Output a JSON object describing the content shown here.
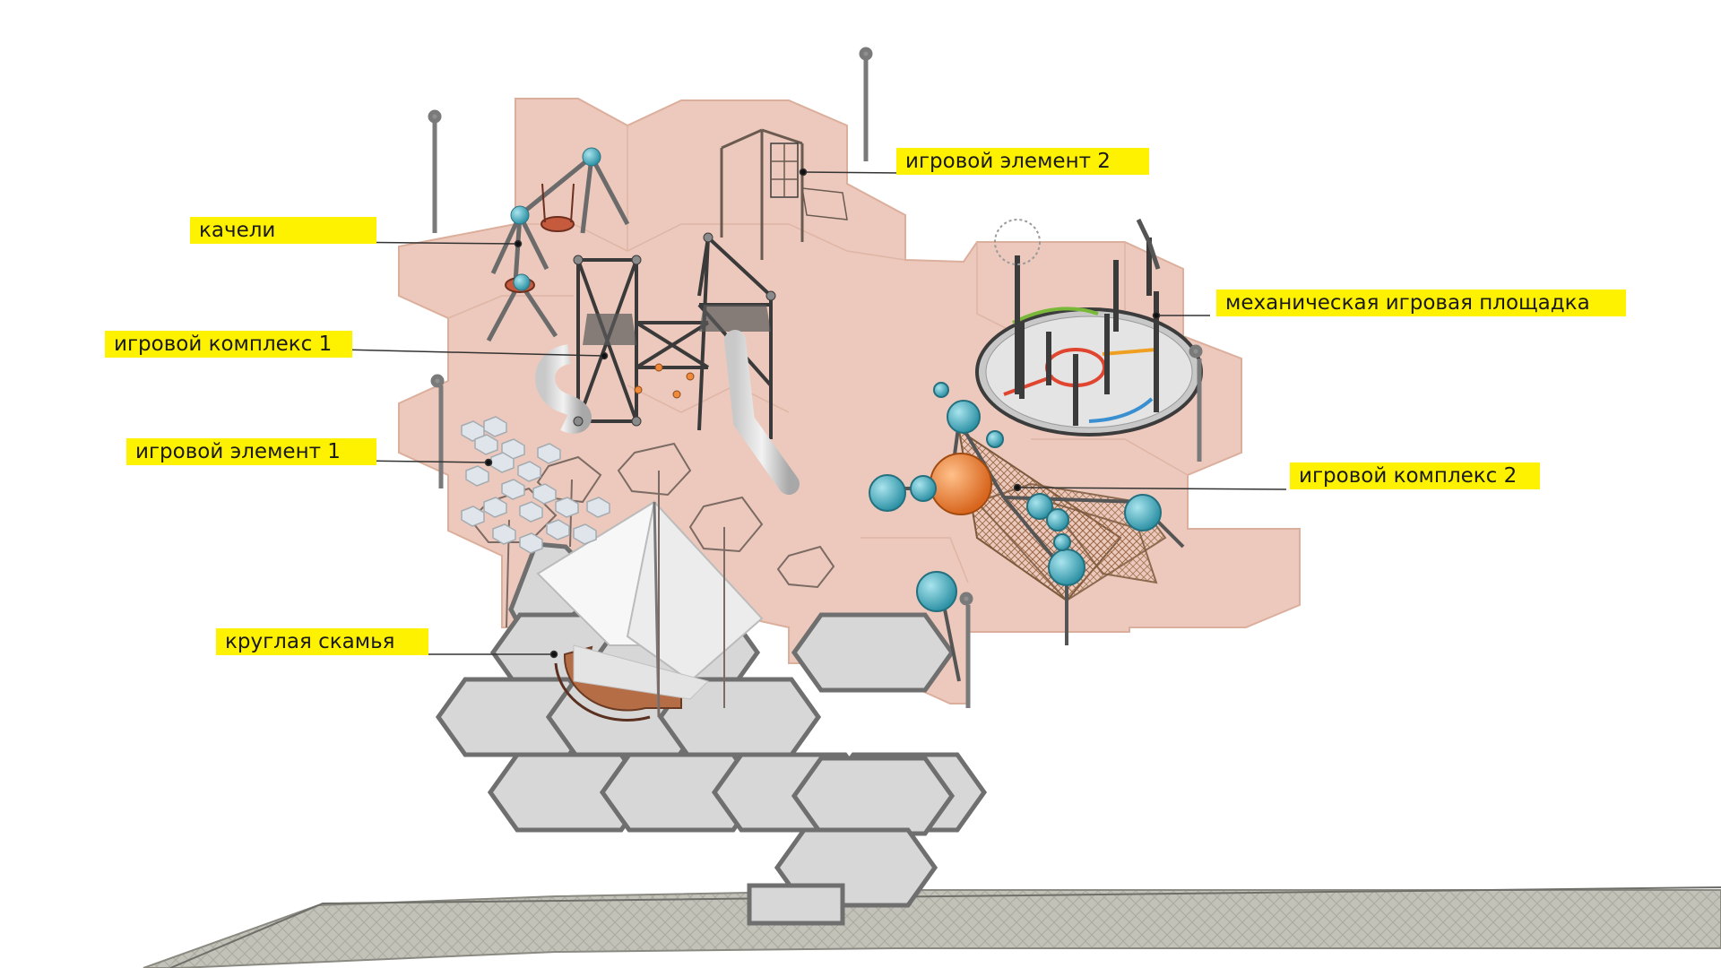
{
  "labels": {
    "swings": "качели",
    "play_complex_1": "игровой комплекс 1",
    "play_element_1": "игровой элемент 1",
    "round_bench": "круглая скамья",
    "play_element_2": "игровой элемент 2",
    "mechanical_playground": "механическая игровая площадка",
    "play_complex_2": "игровой комплекс 2"
  },
  "colors": {
    "ground": "#ecc9bc",
    "ground_edge": "#e0b4a4",
    "paving": "#d9d9d9",
    "paving_border": "#777777",
    "sidewalk": "#bcbcb2",
    "sphere": "#55b8c8",
    "orange_sphere": "#f08a3a",
    "label_bg": "#fff200",
    "leader": "#333333"
  }
}
